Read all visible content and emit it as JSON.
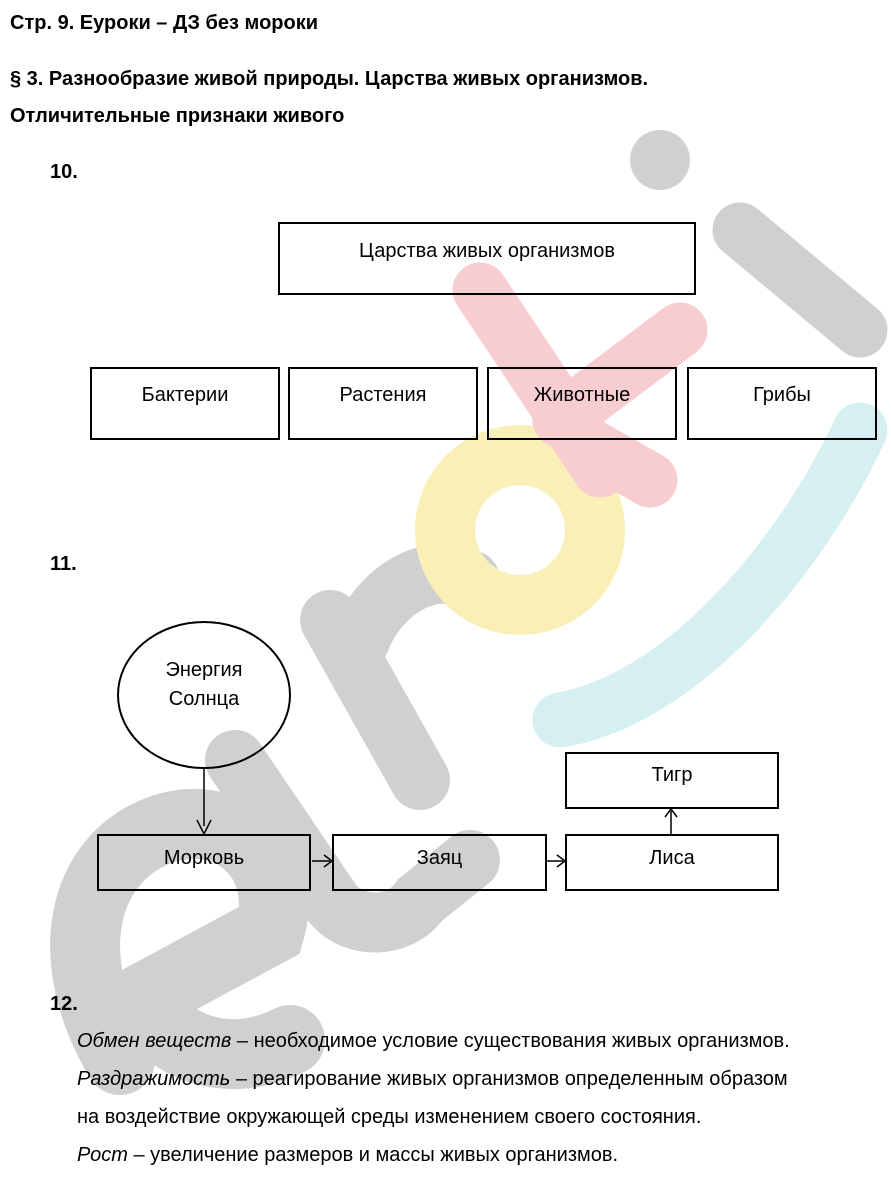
{
  "header": {
    "page_title": "Стр. 9. Еуроки – ДЗ без мороки",
    "section_title": "§ 3. Разнообразие живой природы. Царства живых организмов.",
    "subsection_title": "Отличительные признаки живого"
  },
  "watermark": {
    "text": "euroki",
    "colors": {
      "gray": "#c8c8c8",
      "red": "#f7c7cc",
      "yellow": "#fbeeb0",
      "cyan": "#d2eef0"
    }
  },
  "task10": {
    "number": "10.",
    "root": "Царства живых организмов",
    "kingdoms": [
      "Бактерии",
      "Растения",
      "Животные",
      "Грибы"
    ]
  },
  "task11": {
    "number": "11.",
    "sun": [
      "Энергия",
      "Солнца"
    ],
    "chain": [
      "Морковь",
      "Заяц",
      "Лиса"
    ],
    "top": "Тигр"
  },
  "task12": {
    "number": "12.",
    "items": [
      {
        "term": "Обмен веществ",
        "text": " – необходимое условие существования живых организмов."
      },
      {
        "term": "Раздражимость",
        "text": " – реагирование живых организмов определенным образом"
      },
      {
        "term": "",
        "text": "на воздействие окружающей среды изменением своего состояния."
      },
      {
        "term": "Рост",
        "text": " – увеличение размеров и массы живых организмов."
      }
    ]
  }
}
